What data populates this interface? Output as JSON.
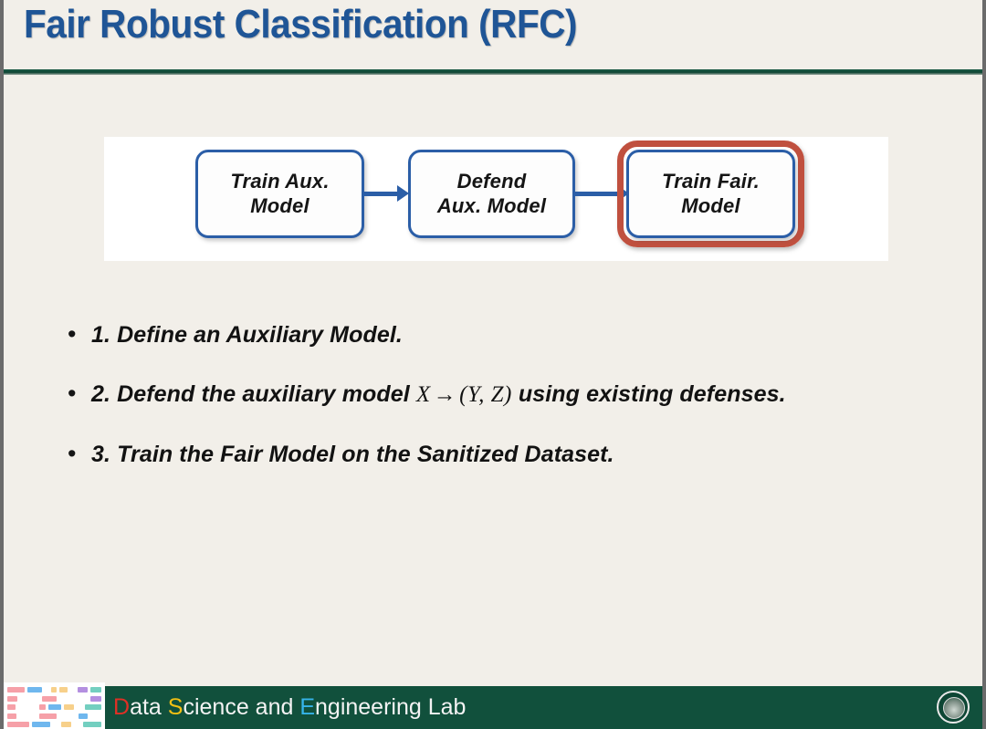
{
  "slide": {
    "title": "Fair Robust Classification  (RFC)",
    "title_color": "#1f5596",
    "background_color": "#f2efe9",
    "rule_color": "#0d4432"
  },
  "diagram": {
    "panel_background": "#ffffff",
    "node_border_color": "#2b5ea7",
    "highlight_color": "#c0503f",
    "arrow_color": "#2b5ea7",
    "nodes": [
      {
        "label": "Train Aux.\nModel",
        "line1": "Train Aux.",
        "line2": "Model",
        "highlighted": false
      },
      {
        "label": "Defend\nAux. Model",
        "line1": "Defend",
        "line2": "Aux. Model",
        "highlighted": false
      },
      {
        "label": "Train Fair.\nModel",
        "line1": "Train Fair.",
        "line2": "Model",
        "highlighted": true
      }
    ],
    "arrows": [
      {
        "from": "Train Aux. Model",
        "to": "Defend Aux. Model"
      },
      {
        "from": "Defend Aux. Model",
        "to": "Train Fair. Model"
      }
    ]
  },
  "bullets": {
    "marker": "•",
    "items": [
      {
        "pre": "1. Define an Auxiliary Model.",
        "math": "",
        "post": ""
      },
      {
        "pre": "2. Defend the auxiliary model ",
        "math_x": "X",
        "math_arrow": "→",
        "math_tuple": "(Y, Z)",
        "post": " using existing defenses."
      },
      {
        "pre": "3. Train the Fair Model on the Sanitized Dataset.",
        "math": "",
        "post": ""
      }
    ]
  },
  "footer": {
    "background_color": "#11503c",
    "lab_name": {
      "d": "D",
      "ata": "ata ",
      "s": "S",
      "cience_and": "cience and ",
      "e": "E",
      "ngineering_lab": "ngineering Lab"
    },
    "colors": {
      "d": "#e03025",
      "s": "#f2c014",
      "e": "#36b4ea",
      "rest": "#f3f3f3"
    },
    "logo_rows": [
      [
        {
          "w": 34,
          "c": "#f6a0a8"
        },
        {
          "w": 30,
          "c": "#6fb7ee"
        },
        {
          "w": 6,
          "c": "#ffffff"
        },
        {
          "w": 12,
          "c": "#f7d08a"
        },
        {
          "w": 16,
          "c": "#f7d08a"
        },
        {
          "w": 8,
          "c": "#ffffff"
        },
        {
          "w": 20,
          "c": "#b48fe0"
        },
        {
          "w": 22,
          "c": "#73cfc0"
        }
      ],
      [
        {
          "w": 14,
          "c": "#f6a0a8"
        },
        {
          "w": 28,
          "c": "#ffffff"
        },
        {
          "w": 20,
          "c": "#f6a0a8"
        },
        {
          "w": 40,
          "c": "#ffffff"
        },
        {
          "w": 16,
          "c": "#b48fe0"
        }
      ],
      [
        {
          "w": 12,
          "c": "#f6a0a8"
        },
        {
          "w": 26,
          "c": "#ffffff"
        },
        {
          "w": 10,
          "c": "#f6a0a8"
        },
        {
          "w": 18,
          "c": "#6fb7ee"
        },
        {
          "w": 14,
          "c": "#f7d08a"
        },
        {
          "w": 8,
          "c": "#ffffff"
        },
        {
          "w": 24,
          "c": "#73cfc0"
        }
      ],
      [
        {
          "w": 12,
          "c": "#f6a0a8"
        },
        {
          "w": 22,
          "c": "#ffffff"
        },
        {
          "w": 22,
          "c": "#f6a0a8"
        },
        {
          "w": 20,
          "c": "#ffffff"
        },
        {
          "w": 12,
          "c": "#6fb7ee"
        },
        {
          "w": 14,
          "c": "#ffffff"
        }
      ],
      [
        {
          "w": 30,
          "c": "#f6a0a8"
        },
        {
          "w": 26,
          "c": "#6fb7ee"
        },
        {
          "w": 8,
          "c": "#ffffff"
        },
        {
          "w": 14,
          "c": "#f7d08a"
        },
        {
          "w": 8,
          "c": "#ffffff"
        },
        {
          "w": 26,
          "c": "#73cfc0"
        }
      ]
    ],
    "seal_label": "university-seal"
  }
}
